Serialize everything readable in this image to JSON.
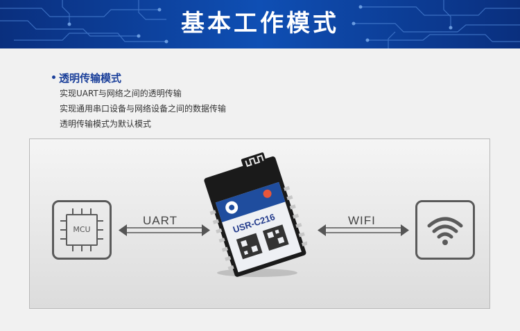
{
  "banner": {
    "title": "基本工作模式"
  },
  "section": {
    "heading": "透明传输模式",
    "lines": [
      "实现UART与网络之间的透明传输",
      "实现通用串口设备与网络设备之间的数据传输",
      "透明传输模式为默认模式"
    ]
  },
  "diagram": {
    "mcu_label": "MCU",
    "uart_label": "UART",
    "wifi_label": "WIFI",
    "module_label": "USR-C216"
  },
  "colors": {
    "banner": "#0f4fb4",
    "heading": "#1a3f9a",
    "icon_stroke": "#5a5a5a",
    "module_blue": "#1f4d9e"
  }
}
